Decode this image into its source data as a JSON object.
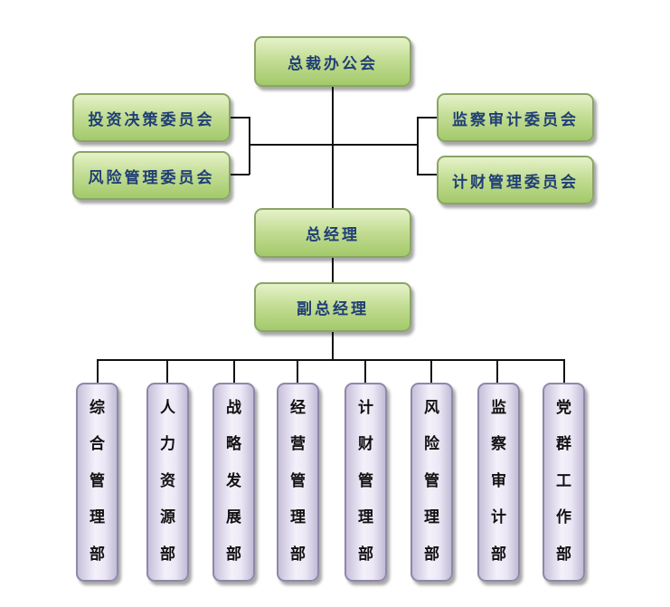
{
  "top": {
    "label": "总裁办公会"
  },
  "left_committees": [
    {
      "label": "投资决策委员会"
    },
    {
      "label": "风险管理委员会"
    }
  ],
  "right_committees": [
    {
      "label": "监察审计委员会"
    },
    {
      "label": "计财管理委员会"
    }
  ],
  "general_manager": {
    "label": "总经理"
  },
  "deputy_general_manager": {
    "label": "副总经理"
  },
  "departments": [
    {
      "label": "综合管理部"
    },
    {
      "label": "人力资源部"
    },
    {
      "label": "战略发展部"
    },
    {
      "label": "经营管理部"
    },
    {
      "label": "计财管理部"
    },
    {
      "label": "风险管理部"
    },
    {
      "label": "监察审计部"
    },
    {
      "label": "党群工作部"
    }
  ],
  "colors": {
    "node_green_top": "#e6f2c9",
    "node_green_bottom": "#a3c96a",
    "node_text": "#1f3e75",
    "dept_purple": "#c7c0da",
    "connector": "#111111"
  }
}
